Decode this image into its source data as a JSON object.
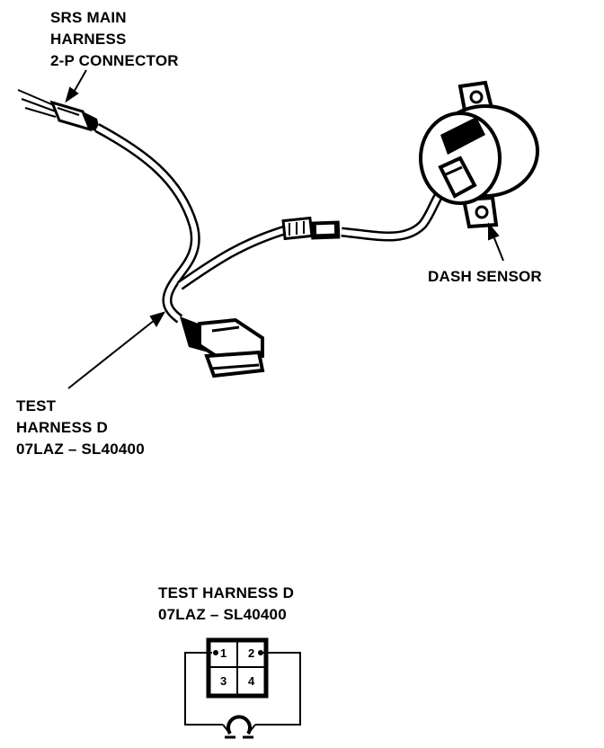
{
  "labels": {
    "srs_main_harness": [
      "SRS MAIN",
      "HARNESS",
      "2-P CONNECTOR"
    ],
    "dash_sensor": "DASH SENSOR",
    "test_harness": [
      "TEST",
      "HARNESS D",
      "07LAZ – SL40400"
    ],
    "schematic_title": [
      "TEST HARNESS D",
      "07LAZ – SL40400"
    ]
  },
  "connector_pins": [
    "1",
    "2",
    "3",
    "4"
  ]
}
